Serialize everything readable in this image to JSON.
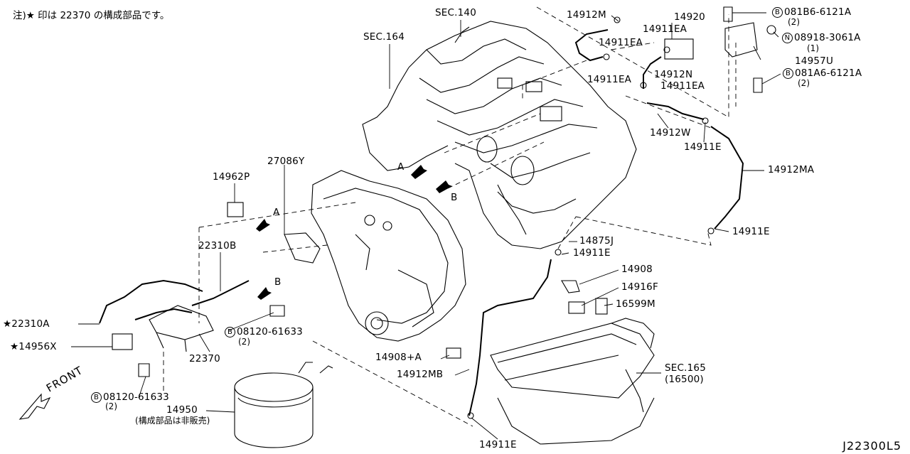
{
  "note": "注)★ 印は 22370 の構成部品です。",
  "diagram_code": "J22300L5",
  "front_label": "FRONT",
  "labels": {
    "sec140": "SEC.140",
    "sec164": "SEC.164",
    "p14912M": "14912M",
    "p14920": "14920",
    "p14911EA_1": "14911EA",
    "p14911EA_2": "14911EA",
    "p14911EA_3": "14911EA",
    "p14911EA_4": "14911EA",
    "p14912N": "14912N",
    "p14957U": "14957U",
    "p14912W": "14912W",
    "p14911E_1": "14911E",
    "p14912MA": "14912MA",
    "p14911E_2": "14911E",
    "p14875J": "14875J",
    "p14911E_3": "14911E",
    "p14908": "14908",
    "p14916F": "14916F",
    "p16599M": "16599M",
    "p27086Y": "27086Y",
    "p14962P": "14962P",
    "p22310B": "22310B",
    "p22310A": "★22310A",
    "p14956X": "★14956X",
    "p22370": "22370",
    "p14908A": "14908+A",
    "p14912MB": "14912MB",
    "sec165": "SEC.165",
    "sec165sub": "(16500)",
    "p14950": "14950",
    "p14950sub": "(構成部品は非販売)",
    "p14911E_4": "14911E",
    "view_a1": "A",
    "view_b1": "B",
    "view_a2": "A",
    "view_b2": "B"
  },
  "fasteners": {
    "b081B6": {
      "mark": "B",
      "part": "081B6-6121A",
      "qty": "(2)"
    },
    "n08918": {
      "mark": "N",
      "part": "08918-3061A",
      "qty": "(1)"
    },
    "b081A6": {
      "mark": "B",
      "part": "081A6-6121A",
      "qty": "(2)"
    },
    "b08120a": {
      "mark": "B",
      "part": "08120-61633",
      "qty": "(2)"
    },
    "b08120b": {
      "mark": "B",
      "part": "08120-61633",
      "qty": "(2)"
    }
  }
}
